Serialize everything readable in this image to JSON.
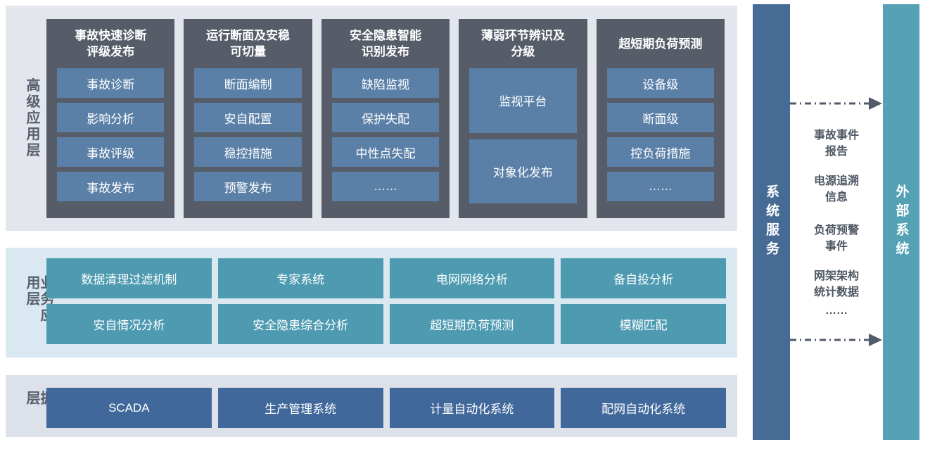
{
  "colors": {
    "band_top": "#e3e6ec",
    "band_mid": "#d9e8f1",
    "band_bottom": "#dde2ea",
    "panel_bg": "#565d68",
    "panel_item": "#5b80a8",
    "teal_box": "#4d9ab1",
    "data_box": "#40689a",
    "service_bar": "#466b94",
    "external_bar": "#55a1b5",
    "label_text": "#565f6c",
    "exchange_text": "#4e5763",
    "arrow": "#525c69",
    "box_text": "#ffffff"
  },
  "advanced_layer": {
    "label": "高级应用层",
    "panels": [
      {
        "title_lines": [
          "事故快速诊断",
          "评级发布"
        ],
        "items": [
          "事故诊断",
          "影响分析",
          "事故评级",
          "事故发布"
        ]
      },
      {
        "title_lines": [
          "运行断面及安稳",
          "可切量"
        ],
        "items": [
          "断面编制",
          "安自配置",
          "稳控措施",
          "预警发布"
        ]
      },
      {
        "title_lines": [
          "安全隐患智能",
          "识别发布"
        ],
        "items": [
          "缺陷监视",
          "保护失配",
          "中性点失配",
          "……"
        ]
      },
      {
        "title_lines": [
          "薄弱环节辨识及",
          "分级"
        ],
        "items": [
          "监视平台",
          "对象化发布"
        ]
      },
      {
        "title_lines": [
          "超短期负荷预测"
        ],
        "items": [
          "设备级",
          "断面级",
          "控负荷措施",
          "……"
        ]
      }
    ]
  },
  "business_layer": {
    "label": "业务应用层",
    "boxes": [
      "数据清理过滤机制",
      "专家系统",
      "电网网络分析",
      "备自投分析",
      "安自情况分析",
      "安全隐患综合分析",
      "超短期负荷预测",
      "模糊匹配"
    ]
  },
  "data_layer": {
    "label": "数据层",
    "boxes": [
      "SCADA",
      "生产管理系统",
      "计量自动化系统",
      "配网自动化系统"
    ]
  },
  "system_service_bar": {
    "label": "系统服务"
  },
  "external_system_bar": {
    "label": "外部系统"
  },
  "exchange": {
    "items": [
      "事故事件报告",
      "电源追溯信息",
      "负荷预警事件",
      "网架架构统计数据",
      "……"
    ]
  }
}
